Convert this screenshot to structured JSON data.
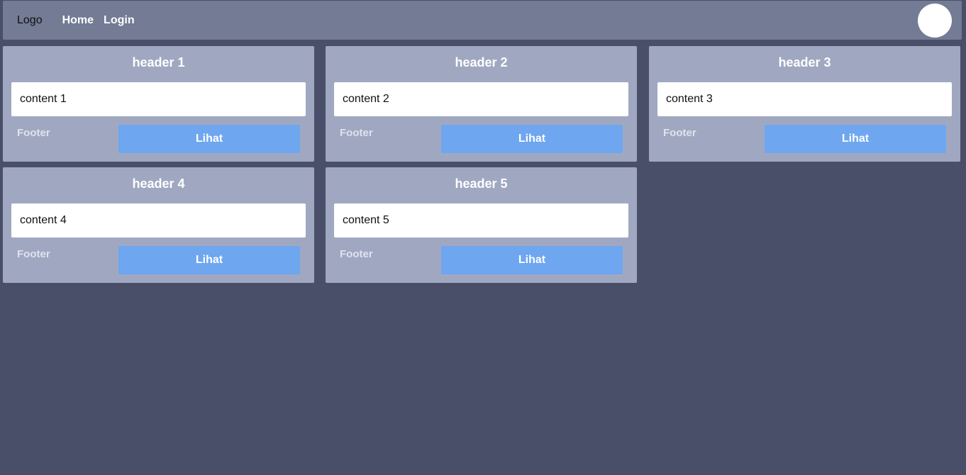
{
  "navbar": {
    "logo": "Logo",
    "links": [
      "Home",
      "Login"
    ]
  },
  "cards": [
    {
      "header": "header 1",
      "content": "content 1",
      "footer": "Footer",
      "button": "Lihat"
    },
    {
      "header": "header 2",
      "content": "content 2",
      "footer": "Footer",
      "button": "Lihat"
    },
    {
      "header": "header 3",
      "content": "content 3",
      "footer": "Footer",
      "button": "Lihat"
    },
    {
      "header": "header 4",
      "content": "content 4",
      "footer": "Footer",
      "button": "Lihat"
    },
    {
      "header": "header 5",
      "content": "content 5",
      "footer": "Footer",
      "button": "Lihat"
    }
  ],
  "colors": {
    "background": "#4a4f69",
    "navbar": "#737b95",
    "card": "#a0a8c1",
    "button": "#6ea6f0"
  }
}
